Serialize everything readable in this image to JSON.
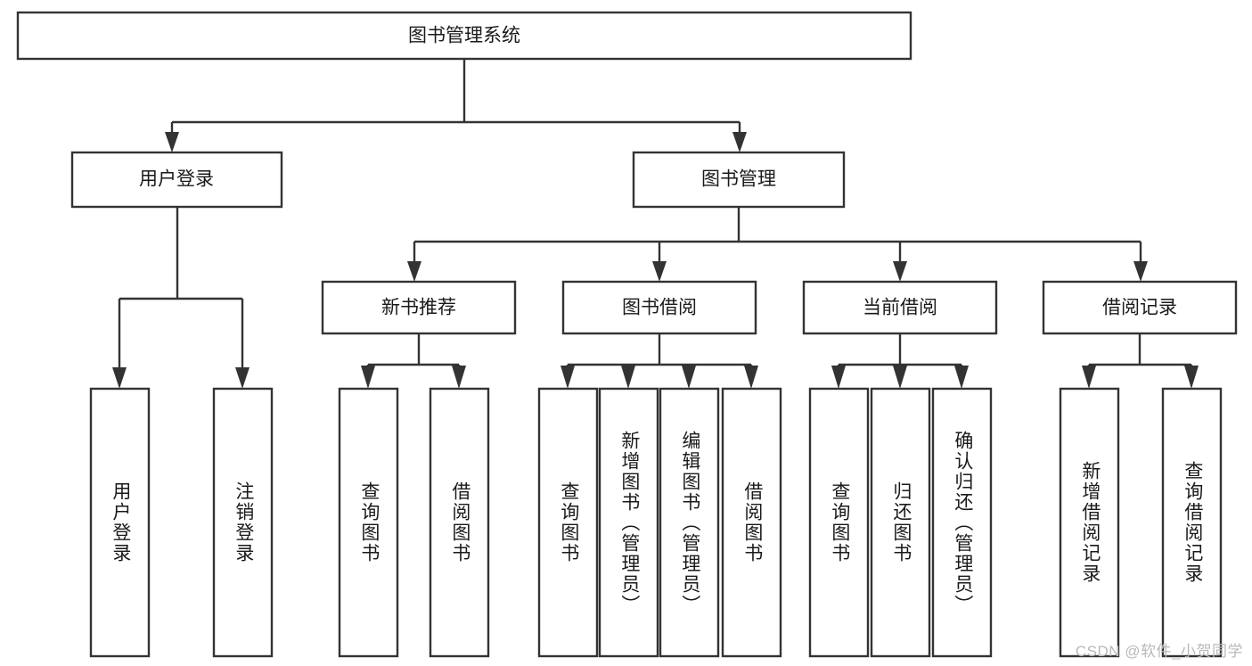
{
  "diagram": {
    "title": "图书管理系统",
    "type": "hierarchy-tree",
    "watermark": "CSDN @软件_小贺同学",
    "colors": {
      "box_stroke": "#333333",
      "box_fill": "#ffffff",
      "edge": "#333333",
      "text": "#1a1a1a",
      "watermark": "#b9b9b9",
      "background": "#ffffff"
    },
    "levels": {
      "root": {
        "label": "图书管理系统",
        "orientation": "horizontal"
      },
      "level2": [
        {
          "id": "user-login",
          "label": "用户登录",
          "orientation": "horizontal"
        },
        {
          "id": "book-manage",
          "label": "图书管理",
          "orientation": "horizontal"
        }
      ],
      "level3": [
        {
          "id": "new-book-recommend",
          "label": "新书推荐",
          "orientation": "horizontal",
          "parent": "book-manage"
        },
        {
          "id": "book-borrow",
          "label": "图书借阅",
          "orientation": "horizontal",
          "parent": "book-manage"
        },
        {
          "id": "current-borrow",
          "label": "当前借阅",
          "orientation": "horizontal",
          "parent": "book-manage"
        },
        {
          "id": "borrow-record",
          "label": "借阅记录",
          "orientation": "horizontal",
          "parent": "book-manage"
        }
      ],
      "leaves": [
        {
          "id": "leaf-user-login",
          "label": "用户登录",
          "parent": "user-login",
          "orientation": "vertical"
        },
        {
          "id": "leaf-user-logout",
          "label": "注销登录",
          "parent": "user-login",
          "orientation": "vertical"
        },
        {
          "id": "leaf-query-book-1",
          "label": "查询图书",
          "parent": "new-book-recommend",
          "orientation": "vertical"
        },
        {
          "id": "leaf-borrow-book-1",
          "label": "借阅图书",
          "parent": "new-book-recommend",
          "orientation": "vertical"
        },
        {
          "id": "leaf-query-book-2",
          "label": "查询图书",
          "parent": "book-borrow",
          "orientation": "vertical"
        },
        {
          "id": "leaf-add-book",
          "label": "新增图书（管理员）",
          "parent": "book-borrow",
          "orientation": "vertical"
        },
        {
          "id": "leaf-edit-book",
          "label": "编辑图书（管理员）",
          "parent": "book-borrow",
          "orientation": "vertical"
        },
        {
          "id": "leaf-borrow-book-2",
          "label": "借阅图书",
          "parent": "book-borrow",
          "orientation": "vertical"
        },
        {
          "id": "leaf-query-book-3",
          "label": "查询图书",
          "parent": "current-borrow",
          "orientation": "vertical"
        },
        {
          "id": "leaf-return-book",
          "label": "归还图书",
          "parent": "current-borrow",
          "orientation": "vertical"
        },
        {
          "id": "leaf-confirm-return",
          "label": "确认归还（管理员）",
          "parent": "current-borrow",
          "orientation": "vertical"
        },
        {
          "id": "leaf-add-record",
          "label": "新增借阅记录",
          "parent": "borrow-record",
          "orientation": "vertical"
        },
        {
          "id": "leaf-query-record",
          "label": "查询借阅记录",
          "parent": "borrow-record",
          "orientation": "vertical"
        }
      ]
    }
  }
}
